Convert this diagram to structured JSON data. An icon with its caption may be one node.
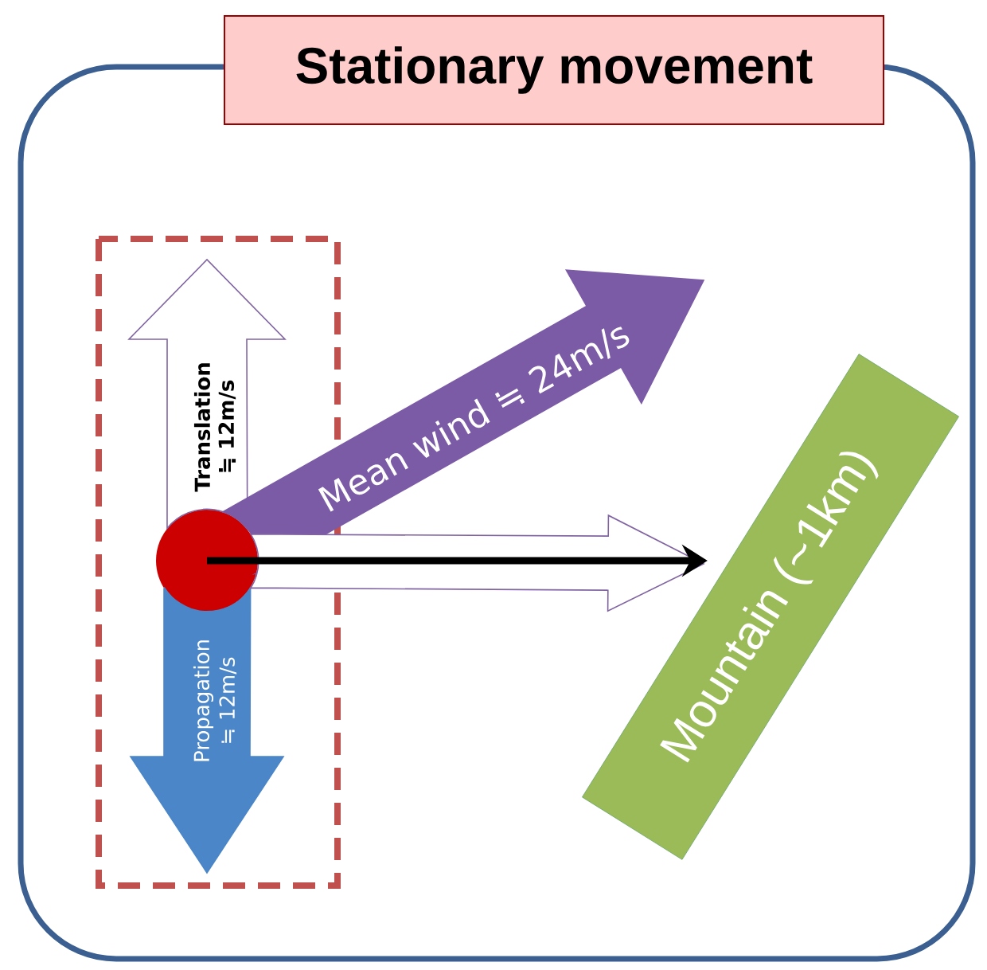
{
  "diagram": {
    "nodes": [
      {
        "text": [
          "Stationary movement"
        ]
      },
      {
        "text": [],
        "shape": "circle"
      },
      {
        "text": [
          "Mountain (~1km)"
        ]
      }
    ],
    "edges": [
      {
        "from": 1,
        "to": null,
        "arrow": "to",
        "label": "Translation ≒ 12m/s",
        "color": "#8064a2"
      },
      {
        "from": 1,
        "to": null,
        "arrow": "to",
        "label": "Mean wind ≒ 24m/s",
        "color": "#7b5ba6"
      },
      {
        "from": 1,
        "to": null,
        "arrow": "to",
        "label": "Propagation ≒ 12m/s",
        "color": "#4a86c8"
      },
      {
        "from": 1,
        "to": null,
        "arrow": "to",
        "color": "#8064a2"
      },
      {
        "from": 1,
        "to": 2,
        "arrow": "to"
      }
    ]
  }
}
